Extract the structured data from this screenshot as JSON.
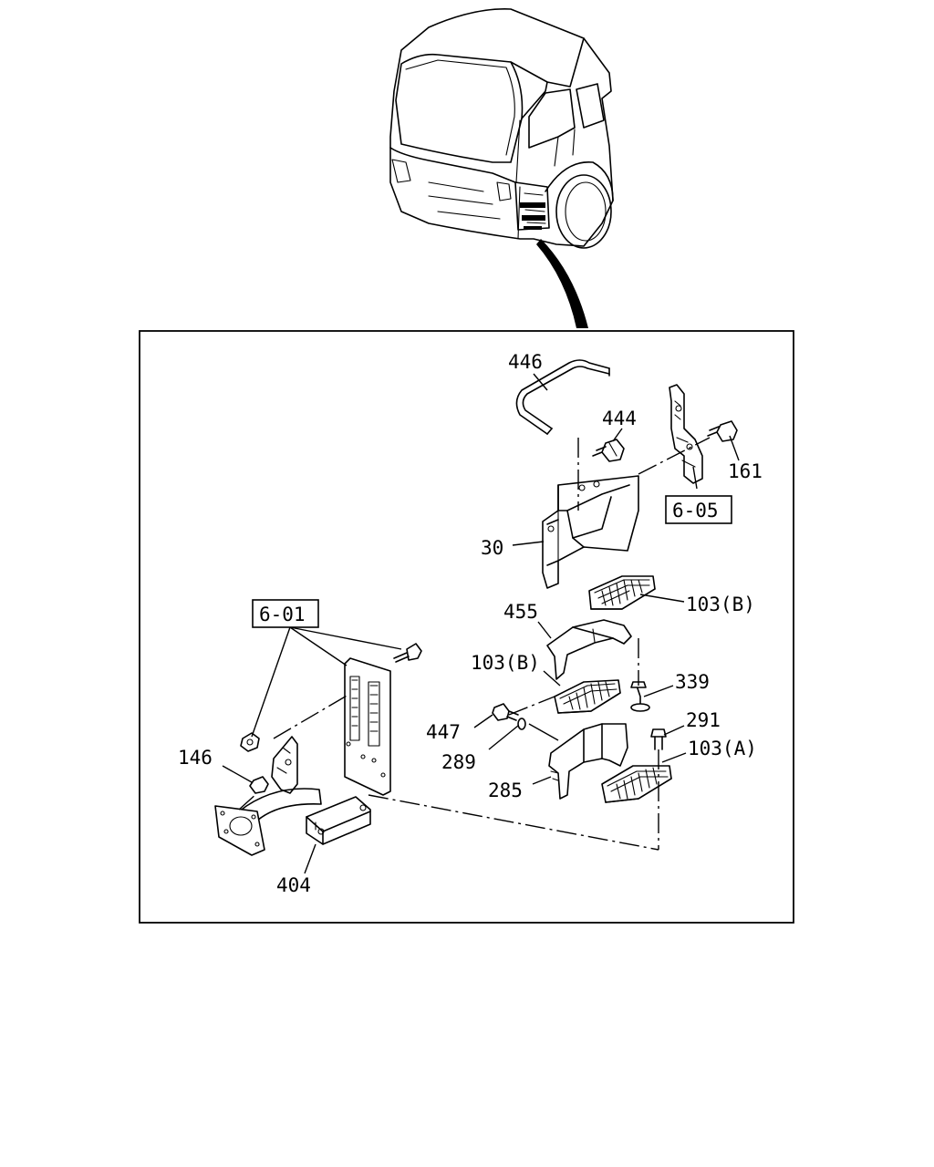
{
  "callouts": {
    "p446": "446",
    "p444": "444",
    "p161": "161",
    "ref605": "6-05",
    "p30": "30",
    "p103b_top": "103(B)",
    "ref601": "6-01",
    "p455": "455",
    "p103b_mid": "103(B)",
    "p339": "339",
    "p447": "447",
    "p291": "291",
    "p103a": "103(A)",
    "p146": "146",
    "p289": "289",
    "p285": "285",
    "p404": "404"
  }
}
